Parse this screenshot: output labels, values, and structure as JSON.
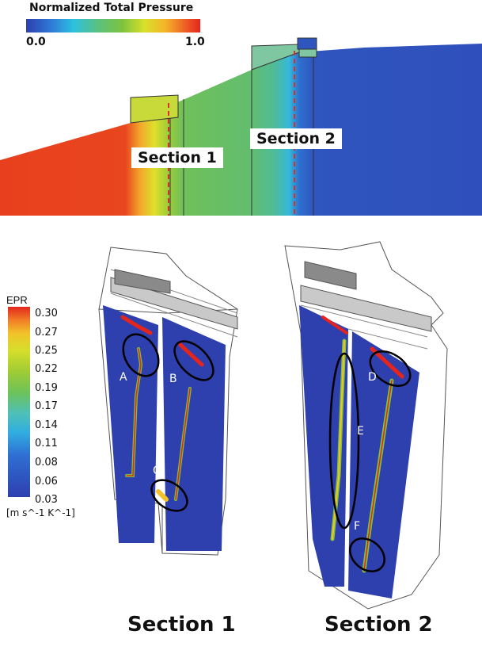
{
  "top_panel": {
    "colorbar_title": "Normalized Total Pressure",
    "colorbar_min": "0.0",
    "colorbar_max": "1.0",
    "section1_label": "Section 1",
    "section2_label": "Section 2"
  },
  "epr_legend": {
    "title": "EPR",
    "ticks": [
      "0.30",
      "0.27",
      "0.25",
      "0.22",
      "0.19",
      "0.17",
      "0.14",
      "0.11",
      "0.08",
      "0.06",
      "0.03"
    ],
    "unit": "[m s^-1 K^-1]"
  },
  "region_labels": [
    "A",
    "B",
    "C",
    "D",
    "E",
    "F"
  ],
  "captions": {
    "section1": "Section 1",
    "section2": "Section 2"
  },
  "colors": {
    "low": "#2e3fae",
    "mid": "#7cc23e",
    "high": "#e4251e",
    "cut_line": "#d9302a"
  }
}
